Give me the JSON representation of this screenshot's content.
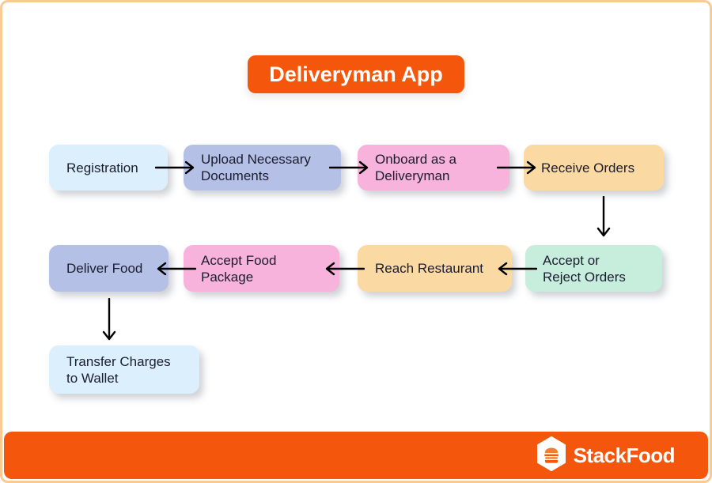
{
  "canvas": {
    "background": "#FFFFFF",
    "frame_border_color": "#F9CB92",
    "accent_orange": "#F4570B",
    "text_color": "#1C1C30"
  },
  "title": {
    "label": "Deliveryman App",
    "background": "#F4570B",
    "text_color": "#FFFFFF"
  },
  "flow": {
    "arrow_color": "#000000",
    "nodes": [
      {
        "id": "registration",
        "label": "Registration",
        "color": "#DBEFFC"
      },
      {
        "id": "upload-necessary-documents",
        "label": "Upload Necessary\nDocuments",
        "color": "#B4C0E5"
      },
      {
        "id": "onboard-as-a-deliveryman",
        "label": "Onboard as a\nDeliveryman",
        "color": "#F8B3DC"
      },
      {
        "id": "receive-orders",
        "label": "Receive Orders",
        "color": "#FBD9A3"
      },
      {
        "id": "accept-or-reject-orders",
        "label": "Accept or\nReject Orders",
        "color": "#C7EDDD"
      },
      {
        "id": "reach-restaurant",
        "label": "Reach Restaurant",
        "color": "#FBD9A3"
      },
      {
        "id": "accept-food-package",
        "label": "Accept Food\nPackage",
        "color": "#F8B3DC"
      },
      {
        "id": "deliver-food",
        "label": "Deliver Food",
        "color": "#B4C0E5"
      },
      {
        "id": "transfer-charges-to-wallet",
        "label": "Transfer Charges\nto Wallet",
        "color": "#DBEFFC"
      }
    ],
    "edges": [
      {
        "from": "registration",
        "to": "upload-necessary-documents",
        "direction": "right"
      },
      {
        "from": "upload-necessary-documents",
        "to": "onboard-as-a-deliveryman",
        "direction": "right"
      },
      {
        "from": "onboard-as-a-deliveryman",
        "to": "receive-orders",
        "direction": "right"
      },
      {
        "from": "receive-orders",
        "to": "accept-or-reject-orders",
        "direction": "down"
      },
      {
        "from": "accept-or-reject-orders",
        "to": "reach-restaurant",
        "direction": "left"
      },
      {
        "from": "reach-restaurant",
        "to": "accept-food-package",
        "direction": "left"
      },
      {
        "from": "accept-food-package",
        "to": "deliver-food",
        "direction": "left"
      },
      {
        "from": "deliver-food",
        "to": "transfer-charges-to-wallet",
        "direction": "down"
      }
    ]
  },
  "footer": {
    "brand": "StackFood",
    "background": "#F4570B",
    "text_color": "#FFFFFF",
    "logo_icon": "burger-hexagon-icon"
  }
}
